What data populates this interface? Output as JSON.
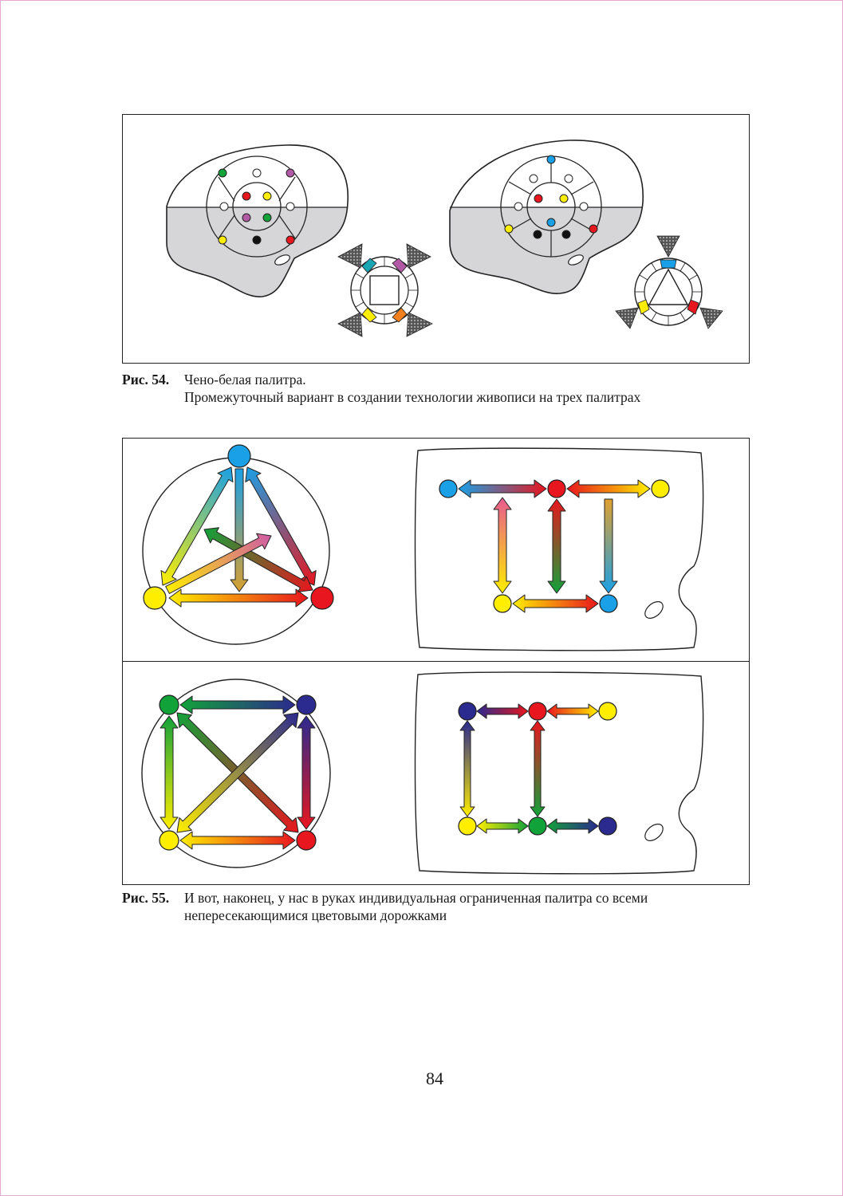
{
  "fig54": {
    "caption_label": "Рис. 54.",
    "caption_line1": "Чено-белая палитра.",
    "caption_line2": "Промежуточный вариант в создании технологии живописи на трех палитрах"
  },
  "fig55": {
    "caption_label": "Рис. 55.",
    "caption_line1": "И вот, наконец, у нас в руках индивидуальная ограниченная палитра со всеми",
    "caption_line2": "непересекающимися цветовыми дорожками"
  },
  "page_number": "84",
  "colors": {
    "cyan": "#1aa0e6",
    "red": "#e8161e",
    "yellow": "#ffee00",
    "green": "#12a23a",
    "navy": "#2b2a8f",
    "magenta": "#b35aa6",
    "orange": "#f07f1e",
    "teal": "#19a5b4",
    "gray_fill": "#d6d6d8",
    "border_pink": "#e7a8cf"
  }
}
